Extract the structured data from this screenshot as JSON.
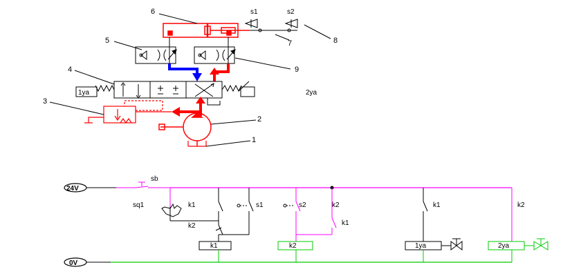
{
  "hydraulic": {
    "callouts": [
      "1",
      "2",
      "3",
      "4",
      "5",
      "6",
      "7",
      "8",
      "9"
    ],
    "switch_labels": {
      "s1": "s1",
      "s2": "s2"
    },
    "valve_labels": {
      "left": "1ya",
      "right": "2ya"
    }
  },
  "ladder": {
    "rails": {
      "top": "24V",
      "bottom": "0V"
    },
    "start_button": "sb",
    "limit_switch": "sq1",
    "contacts": {
      "k1_a": "k1",
      "k1_hold": "k1",
      "k2_nc": "k2",
      "s1": "s1",
      "s2": "s2",
      "k2_rung3": "k2",
      "k1_rung3": "k1",
      "k1_rung4": "k1",
      "k2_rung5": "k2"
    },
    "coils": {
      "k1": "k1",
      "k2": "k2",
      "ya1": "1ya",
      "ya2": "2ya"
    }
  },
  "colors": {
    "pressure": "#ff0000",
    "return": "#0000ff",
    "energized": "#ff00ff",
    "ground": "#00cc00",
    "symbol": "#000000"
  }
}
